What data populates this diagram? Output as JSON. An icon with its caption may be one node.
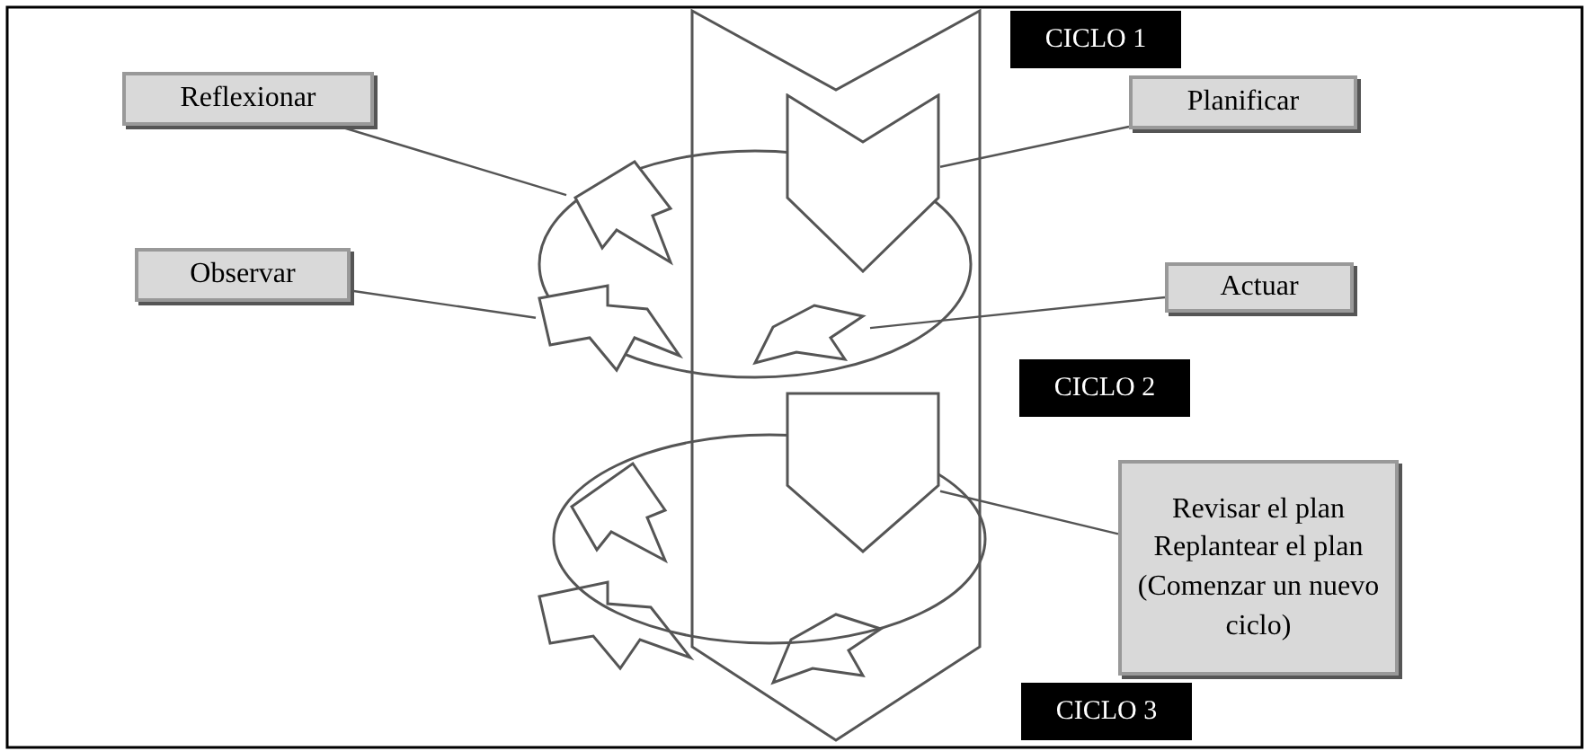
{
  "diagram": {
    "nodes": [
      {
        "text": [
          "Reflexionar"
        ]
      },
      {
        "text": [
          "Planificar"
        ]
      },
      {
        "text": [
          "Observar"
        ]
      },
      {
        "text": [
          "Actuar"
        ]
      },
      {
        "text": [
          "Revisar el plan",
          "Replantear el plan",
          "(Comenzar un nuevo ciclo)"
        ]
      },
      {
        "text": [],
        "shape": "arrow"
      },
      {
        "text": [],
        "shape": "chevron"
      },
      {
        "text": [],
        "shape": "arrow"
      },
      {
        "text": [],
        "shape": "arrow"
      },
      {
        "text": [],
        "shape": "chevron"
      }
    ],
    "edges": [
      {
        "from": 0,
        "to": 5,
        "arrow": "none"
      },
      {
        "from": 1,
        "to": 6,
        "arrow": "none"
      },
      {
        "from": 2,
        "to": 7,
        "arrow": "none"
      },
      {
        "from": 3,
        "to": 8,
        "arrow": "none"
      },
      {
        "from": 4,
        "to": 9,
        "arrow": "none"
      }
    ],
    "labels": [
      "CICLO 1",
      "CICLO 2",
      "CICLO 3"
    ]
  }
}
